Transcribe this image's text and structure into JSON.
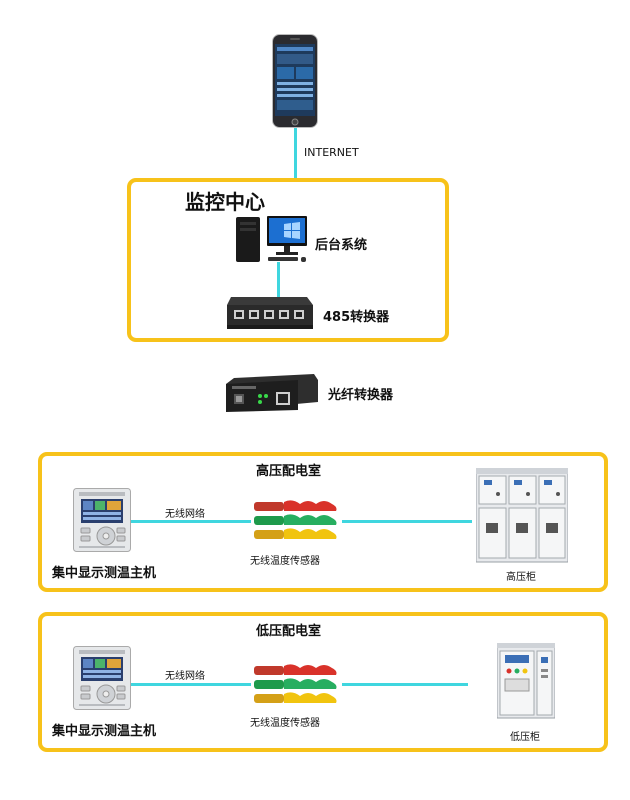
{
  "top": {
    "internet_label": "INTERNET"
  },
  "monitor_center": {
    "title": "监控中心",
    "backend_label": "后台系统",
    "converter485_label": "485转换器"
  },
  "fiber": {
    "label": "光纤转换器"
  },
  "high_room": {
    "title": "高压配电室",
    "wireless_label": "无线网络",
    "sensor_label": "无线温度传感器",
    "host_label": "集中显示测温主机",
    "cabinet_label": "高压柜"
  },
  "low_room": {
    "title": "低压配电室",
    "wireless_label": "无线网络",
    "sensor_label": "无线温度传感器",
    "host_label": "集中显示测温主机",
    "cabinet_label": "低压柜"
  },
  "colors": {
    "box_border": "#f7c21a",
    "connector": "#3fd6df"
  },
  "icons": [
    "smartphone-icon",
    "desktop-computer-icon",
    "network-switch-icon",
    "fiber-converter-icon",
    "display-host-icon",
    "temperature-sensor-icon",
    "switchgear-cabinet-icon"
  ]
}
